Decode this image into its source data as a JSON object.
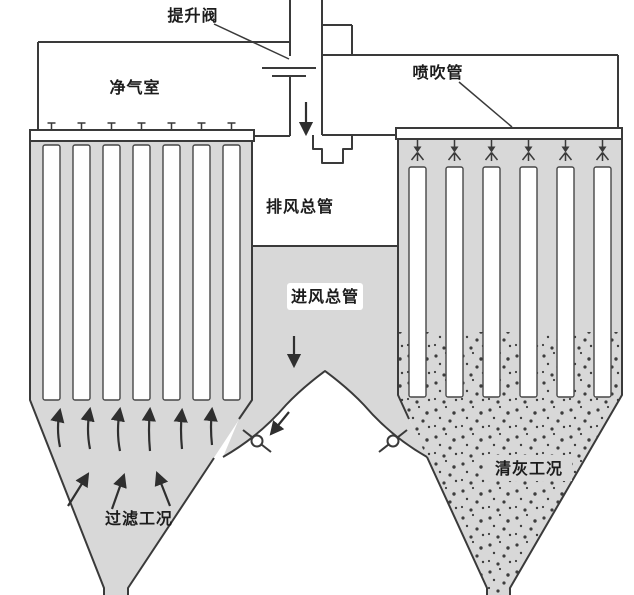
{
  "labels": {
    "lift_valve": "提升阀",
    "clean_gas_chamber": "净气室",
    "blow_pipe": "喷吹管",
    "exhaust_main_duct": "排风总管",
    "inlet_main_duct": "进风总管",
    "filtering_condition": "过滤工况",
    "cleaning_condition": "清灰工况"
  },
  "colors": {
    "line": "#3a3a3a",
    "region_gray": "#d8d8d8",
    "background": "#ffffff",
    "dust_dots": "#3d3d3d"
  }
}
